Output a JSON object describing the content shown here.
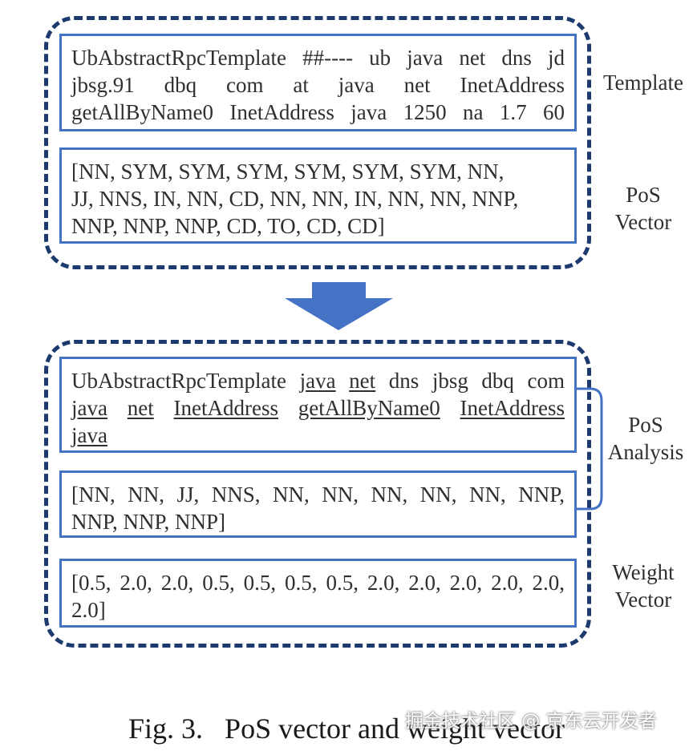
{
  "top": {
    "template_lines": [
      "UbAbstractRpcTemplate ##---- ub java net dns jd",
      "jbsg.91 dbq com at java net InetAddress",
      "getAllByName0 InetAddress java 1250 na 1.7 60"
    ],
    "pos_lines": [
      "[NN, SYM, SYM, SYM, SYM, SYM, SYM, NN,",
      "JJ, NNS, IN, NN, CD, NN, NN, IN, NN, NN, NNP,",
      "NNP, NNP, NNP, CD, TO, CD, CD]"
    ],
    "label_template": "Template",
    "label_pos_vector": [
      "PoS",
      "Vector"
    ]
  },
  "arrow": {
    "color": "#4472c4"
  },
  "bottom": {
    "template_words": {
      "w1": "UbAbstractRpcTemplate",
      "w2": "java",
      "w3": "net",
      "w4": "dns jbsg dbq com",
      "w5": "java",
      "w6": "net",
      "w7": "InetAddress",
      "w8": "getAllByName0",
      "w9": "InetAddress",
      "w10": "java"
    },
    "pos_lines": [
      "[NN, NN, JJ, NNS, NN, NN, NN, NN, NN, NNP,",
      "NNP, NNP, NNP]"
    ],
    "weight_lines": [
      "[0.5, 2.0, 2.0, 0.5, 0.5, 0.5, 0.5, 2.0, 2.0, 2.0, 2.0, 2.0,",
      "2.0]"
    ],
    "label_pos_analysis": [
      "PoS",
      "Analysis"
    ],
    "label_weight_vector": [
      "Weight",
      "Vector"
    ]
  },
  "caption": "Fig. 3.   PoS vector and weight vector",
  "watermark": "掘金技术社区 @ 京东云开发者",
  "colors": {
    "dashed_border": "#1c3a6e",
    "box_border": "#4472c4"
  }
}
